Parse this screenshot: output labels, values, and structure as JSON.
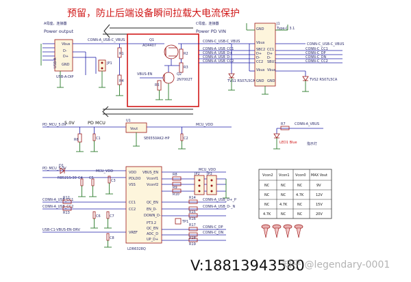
{
  "banner": "预留，防止后端设备瞬间拉载大电流保护",
  "left_port": {
    "head": "A母座，连接器",
    "title": "Power output"
  },
  "right_port": {
    "head": "C母座，连接器",
    "title": "Power PD VIN"
  },
  "q1": {
    "ref": "Q1",
    "part": "AO4407",
    "jumper": "JP1"
  },
  "q2": {
    "ref": "Q2",
    "part": "2N7002T"
  },
  "resistors_top": [
    "R1",
    "R2",
    "R3",
    "R4",
    "R5"
  ],
  "j1": {
    "ref": "J1",
    "part": "Type-C 3.1"
  },
  "tvs": [
    "TVS1 RS07L5CA",
    "TVS2 RS07L5CA"
  ],
  "mcu": {
    "label": "PD MCU",
    "rail": "5.0V",
    "reg": "SE6550AK2-HP",
    "led": "LED1 Blue",
    "led_note": "指示灯",
    "chip": "LDR6328Q",
    "pins_left": [
      "VDD",
      "PDLDO",
      "VSS",
      "",
      "CC1",
      "CC2",
      "",
      "",
      "VREF"
    ],
    "pins_right": [
      "VBUS_EN",
      "Vconf1",
      "Vconf2",
      "",
      "QC_EN",
      "EN_D-",
      "DOWN_D-",
      "PT3.2",
      "QC_EN",
      "ADC_D",
      "UP_D+"
    ]
  },
  "caps": [
    "C1",
    "C2",
    "C3",
    "C4",
    "C5",
    "C6",
    "C7",
    "C8"
  ],
  "table": {
    "header": [
      "Vcon2",
      "Vcon1",
      "Vcon0",
      "MAX Vout"
    ],
    "rows": [
      [
        "NC",
        "NC",
        "NC",
        "9V"
      ],
      [
        "NC",
        "NC",
        "4.7K",
        "12V"
      ],
      [
        "NC",
        "4.7K",
        "NC",
        "15V"
      ],
      [
        "4.7K",
        "NC",
        "NC",
        "20V"
      ]
    ]
  },
  "footer": "V:18813943580",
  "watermark": "知乎 @legendary-0001",
  "colors": {
    "wire": "#1a1aa6",
    "ground": "#2a7a2a",
    "part": "#9a1515",
    "part_fill": "#fdf5dc",
    "banner": "#d01818",
    "highlight": "#d01818"
  }
}
